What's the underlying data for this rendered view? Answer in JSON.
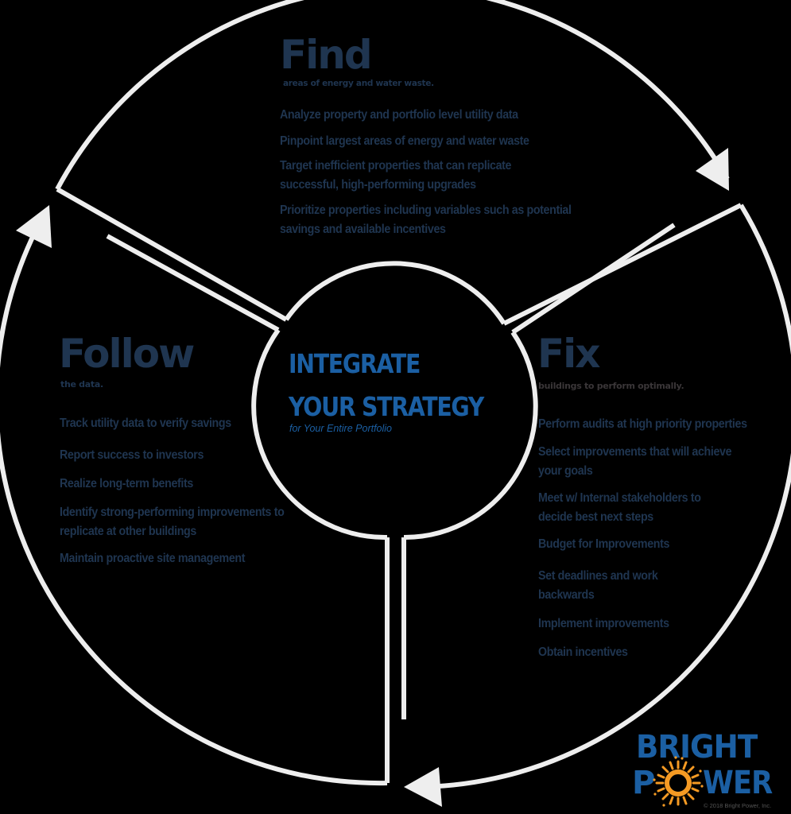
{
  "colors": {
    "background": "#000000",
    "outline": "#eeeeee",
    "heading": "#1f3550",
    "subtitle_dark": "#3a3638",
    "center_accent": "#1b5fa3",
    "logo_blue": "#1b5fa3",
    "logo_orange": "#f59a23"
  },
  "center": {
    "title_line1": "INTEGRATE",
    "title_line2": "YOUR STRATEGY",
    "subtitle": "for Your Entire Portfolio"
  },
  "sections": {
    "find": {
      "title": "Find",
      "subtitle": "areas of energy and water waste.",
      "items": [
        "Analyze property and portfolio level utility data",
        "Pinpoint largest areas of energy and water waste",
        "Target inefficient properties that can replicate successful, high-performing upgrades",
        "Prioritize properties including variables such as potential savings and available incentives"
      ]
    },
    "fix": {
      "title": "Fix",
      "subtitle": "buildings to perform optimally.",
      "items": [
        "Perform audits at high priority properties",
        "Select improvements that will achieve your goals",
        "Meet w/ Internal stakeholders to decide best next steps",
        "Budget for Improvements",
        "Set deadlines and work backwards",
        "Implement improvements",
        "Obtain incentives"
      ]
    },
    "follow": {
      "title": "Follow",
      "subtitle": "the data.",
      "items": [
        "Track utility data to verify savings",
        "Report success to investors",
        "Realize long-term benefits",
        "Identify strong-performing improvements to replicate at other buildings",
        "Maintain proactive site management"
      ]
    }
  },
  "logo": {
    "line1": "BRIGHT",
    "line2_p": "P",
    "line2_rest": "WER",
    "icon": "sun-icon",
    "copyright": "© 2018 Bright Power, Inc."
  }
}
